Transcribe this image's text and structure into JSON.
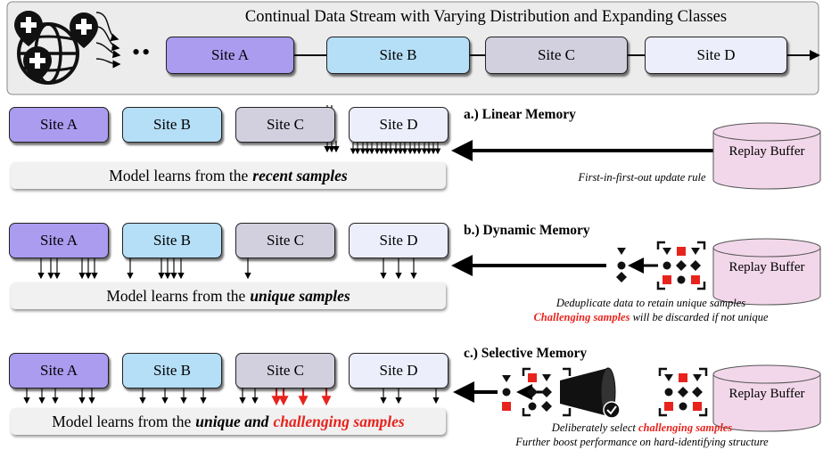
{
  "header": {
    "title": "Continual Data Stream with Varying Distribution and Expanding Classes",
    "ellipsis": "••",
    "sites": [
      "Site A",
      "Site B",
      "Site C",
      "Site D"
    ]
  },
  "rows": [
    {
      "id": "linear",
      "heading": "a.) Linear Memory",
      "sites": [
        "Site A",
        "Site B",
        "Site C",
        "Site D"
      ],
      "learn_prefix": "Model learns from the",
      "learn_emph": "recent samples",
      "learn_emph2": "",
      "buffer_label": "Replay Buffer",
      "note_line1": "First-in-first-out update rule",
      "note_line2_emph": "",
      "note_line2_rest": ""
    },
    {
      "id": "dynamic",
      "heading": "b.) Dynamic Memory",
      "sites": [
        "Site A",
        "Site B",
        "Site C",
        "Site D"
      ],
      "learn_prefix": "Model learns from the",
      "learn_emph": "unique samples",
      "learn_emph2": "",
      "buffer_label": "Replay Buffer",
      "note_line1": "Deduplicate data to retain unique samples",
      "note_line2_emph": "Challenging samples",
      "note_line2_rest": "will be discarded if not unique"
    },
    {
      "id": "selective",
      "heading": "c.) Selective Memory",
      "sites": [
        "Site A",
        "Site B",
        "Site C",
        "Site D"
      ],
      "learn_prefix": "Model learns from the",
      "learn_emph": "unique and",
      "learn_emph2": "challenging samples",
      "buffer_label": "Replay Buffer",
      "note_line1_prefix": "Deliberately select",
      "note_line1_emph": "challenging samples",
      "note_line2": "Further boost performance on hard-identifying structure"
    }
  ]
}
